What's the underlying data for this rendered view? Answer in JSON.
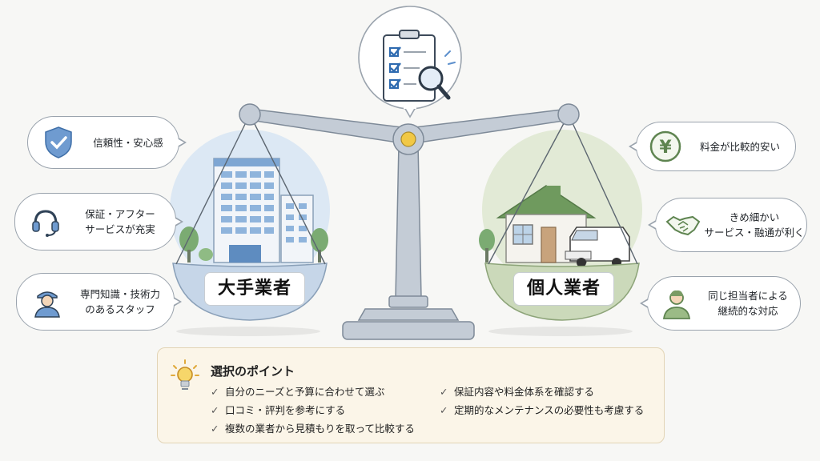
{
  "colors": {
    "left_accent": "#5f8fc4",
    "right_accent": "#7a9b64",
    "scale": "#b4bfcb",
    "points_bg": "#fbf5e8"
  },
  "left_panel": {
    "label": "大手業者",
    "bubbles": [
      {
        "icon": "shield-check-icon",
        "text": "信頼性・安心感"
      },
      {
        "icon": "headset-icon",
        "text1": "保証・アフター",
        "text2": "サービスが充実"
      },
      {
        "icon": "staff-icon",
        "text1": "専門知識・技術力",
        "text2": "のあるスタッフ"
      }
    ]
  },
  "right_panel": {
    "label": "個人業者",
    "bubbles": [
      {
        "icon": "yen-icon",
        "text": "料金が比較的安い"
      },
      {
        "icon": "handshake-icon",
        "text1": "きめ細かい",
        "text2": "サービス・融通が利く"
      },
      {
        "icon": "person-icon",
        "text1": "同じ担当者による",
        "text2": "継続的な対応"
      }
    ]
  },
  "top_icon": "clipboard-magnifier-icon",
  "points": {
    "icon": "lightbulb-icon",
    "title": "選択のポイント",
    "items": [
      "自分のニーズと予算に合わせて選ぶ",
      "口コミ・評判を参考にする",
      "複数の業者から見積もりを取って比較する",
      "保証内容や料金体系を確認する",
      "定期的なメンテナンスの必要性も考慮する"
    ]
  }
}
